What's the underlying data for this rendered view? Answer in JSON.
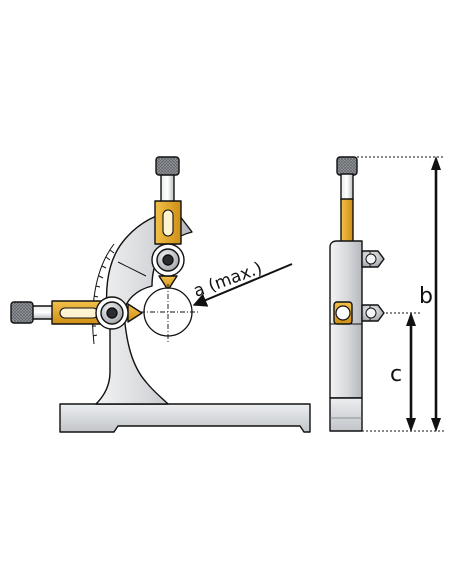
{
  "labels": {
    "a": "a (max.)",
    "b": "b",
    "c": "c"
  },
  "colors": {
    "outline": "#111111",
    "metal": "#d7d9dc",
    "metal_dark": "#a9adb2",
    "brass": "#e3a81e",
    "brass_dark": "#b97e0c",
    "white": "#ffffff"
  }
}
